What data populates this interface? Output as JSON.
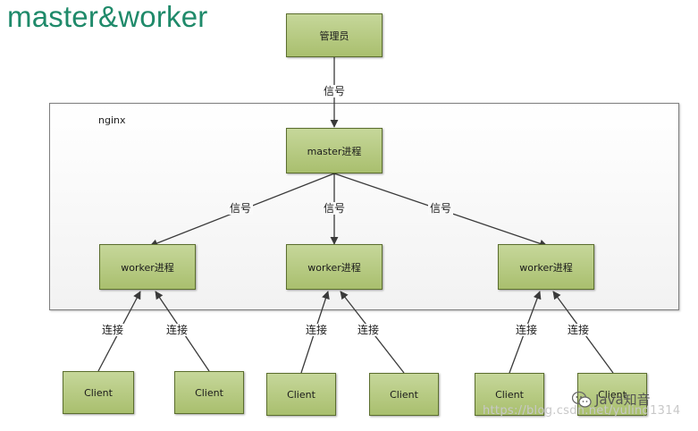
{
  "title": "master&worker",
  "nginx_label": "nginx",
  "nodes": {
    "admin": "管理员",
    "master": "master进程",
    "worker_left": "worker进程",
    "worker_middle": "worker进程",
    "worker_right": "worker进程",
    "client_1": "Client",
    "client_2": "Client",
    "client_3": "Client",
    "client_4": "Client",
    "client_5": "Client",
    "client_6": "Client"
  },
  "edge_labels": {
    "signal_top": "信号",
    "signal_left": "信号",
    "signal_middle": "信号",
    "signal_right": "信号",
    "connect_1": "连接",
    "connect_2": "连接",
    "connect_3": "连接",
    "connect_4": "连接",
    "connect_5": "连接",
    "connect_6": "连接"
  },
  "watermark": {
    "brand": "Java知音",
    "url": "https://blog.csdn.net/yuling1314"
  },
  "icons": [
    "wechat-icon"
  ],
  "colors": {
    "title": "#1f8a6a",
    "node_fill": "#b5c982",
    "node_border": "#5b6e2e",
    "edge": "#3a3a3a"
  }
}
